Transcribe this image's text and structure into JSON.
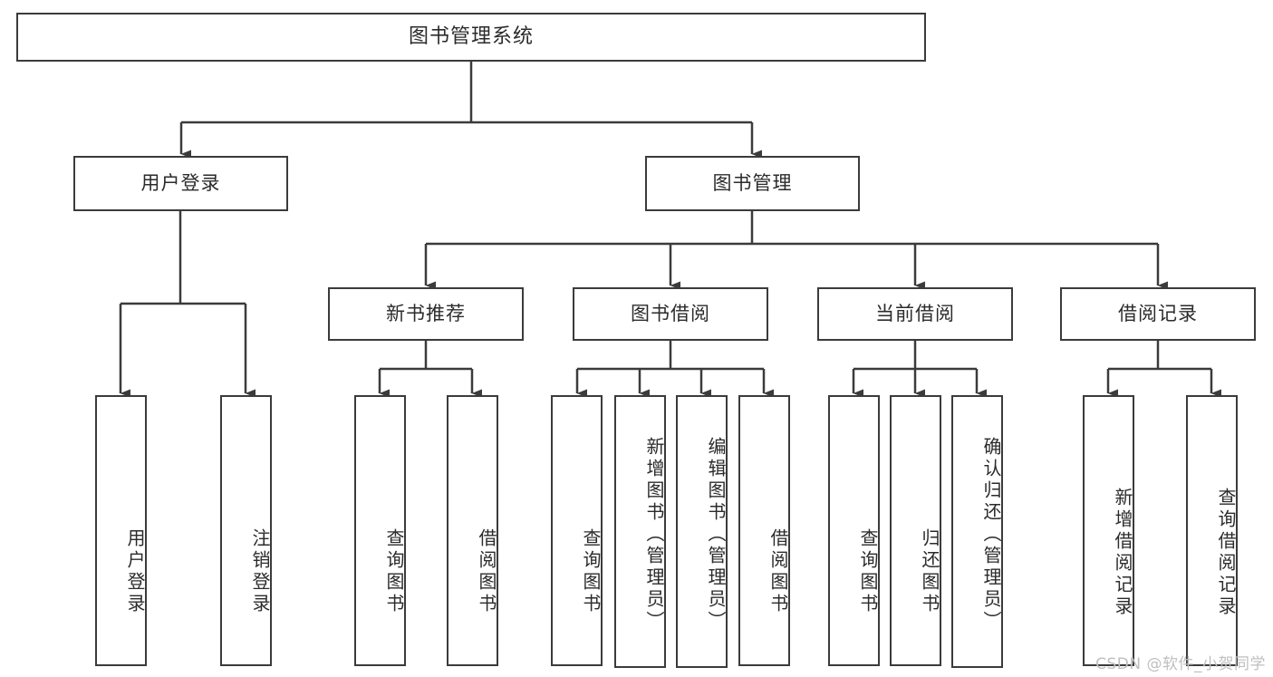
{
  "diagram": {
    "title": "图书管理系统",
    "type": "tree-structure-chart",
    "stroke_color": "#3b3b3b",
    "text_color": "#2b2b2b",
    "background_color": "#ffffff"
  },
  "root": {
    "label": "图书管理系统"
  },
  "level2": [
    {
      "label": "用户登录"
    },
    {
      "label": "图书管理"
    }
  ],
  "level3": [
    {
      "label": "新书推荐"
    },
    {
      "label": "图书借阅"
    },
    {
      "label": "当前借阅"
    },
    {
      "label": "借阅记录"
    }
  ],
  "leaves": {
    "user_login": [
      {
        "label": "用户登录"
      },
      {
        "label": "注销登录"
      }
    ],
    "new_book_recommend": [
      {
        "label": "查询图书"
      },
      {
        "label": "借阅图书"
      }
    ],
    "book_borrow": [
      {
        "label": "查询图书"
      },
      {
        "label": "新增图书（管理员）"
      },
      {
        "label": "编辑图书（管理员）"
      },
      {
        "label": "借阅图书"
      }
    ],
    "current_borrow": [
      {
        "label": "查询图书"
      },
      {
        "label": "归还图书"
      },
      {
        "label": "确认归还（管理员）"
      }
    ],
    "borrow_record": [
      {
        "label": "新增借阅记录"
      },
      {
        "label": "查询借阅记录"
      }
    ]
  },
  "watermark": {
    "text": "CSDN @软件_小贺同学"
  }
}
